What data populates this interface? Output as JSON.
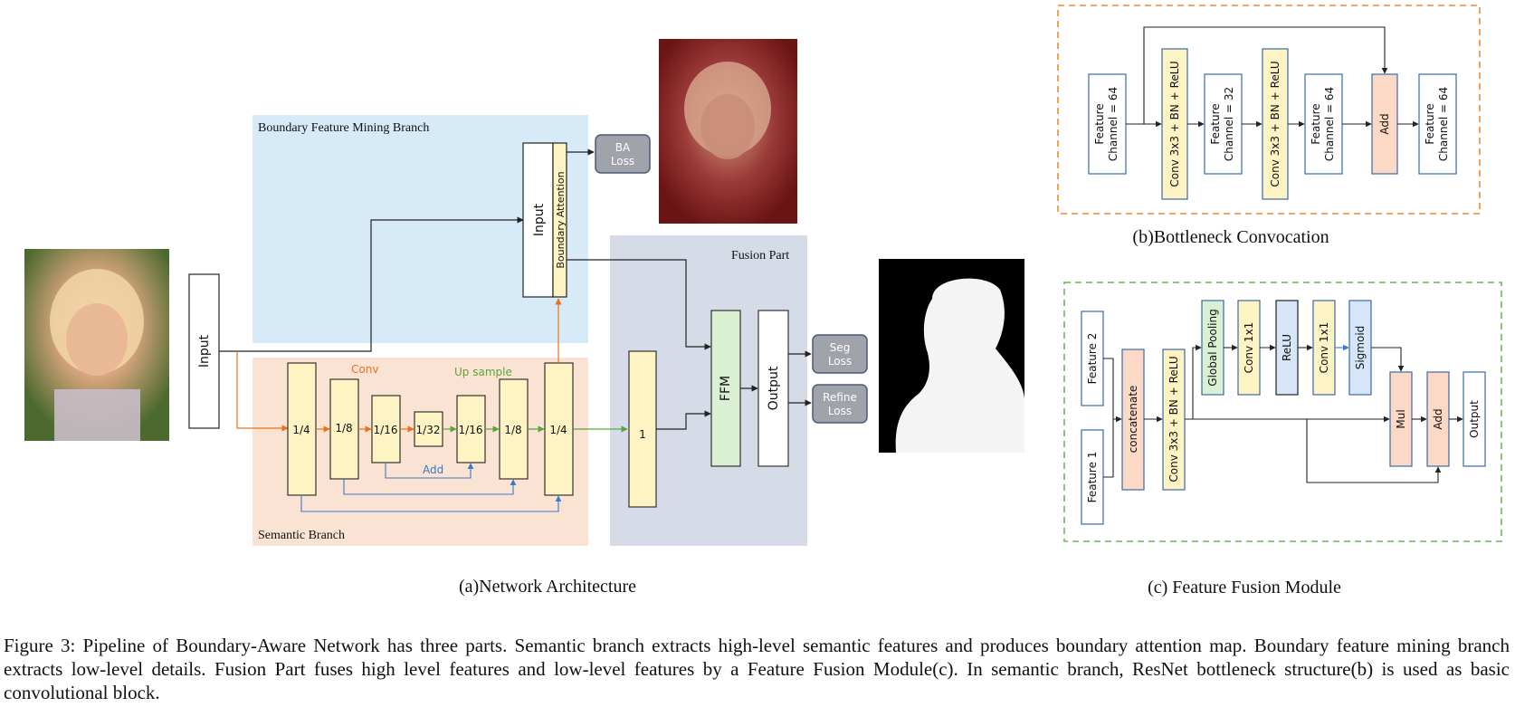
{
  "network": {
    "boundary_branch_label": "Boundary Feature Mining Branch",
    "semantic_branch_label": "Semantic Branch",
    "fusion_part_label": "Fusion Part",
    "input_label": "Input",
    "branch_input_label": "Input",
    "boundary_attention_label": "Boundary Attention",
    "ba_loss": [
      "BA",
      "Loss"
    ],
    "seg_loss": [
      "Seg",
      "Loss"
    ],
    "refine_loss": [
      "Refine",
      "Loss"
    ],
    "ffm_label": "FFM",
    "output_label": "Output",
    "fusion_block_label": "1",
    "conv_label": "Conv",
    "upsample_label": "Up sample",
    "add_label": "Add",
    "encoder_blocks": [
      "1/4",
      "1/8",
      "1/16",
      "1/32"
    ],
    "decoder_blocks": [
      "1/16",
      "1/8",
      "1/4"
    ],
    "subtitle": "(a)Network Architecture"
  },
  "bottleneck": {
    "blocks": [
      "Feature\nChannel = 64",
      "Conv 3x3 + BN + ReLU",
      "Feature\nChannel = 32",
      "Conv 3x3 + BN + ReLU",
      "Feature\nChannel = 64",
      "Add",
      "Feature\nChannel = 64"
    ],
    "subtitle": "(b)Bottleneck Convocation"
  },
  "ffm_module": {
    "feature2": "Feature 2",
    "feature1": "Feature 1",
    "concatenate": "concatenate",
    "conv_bn_relu": "Conv 3x3 + BN + ReLU",
    "global_pooling": "Global Pooling",
    "conv1": "Conv 1x1",
    "relu": "ReLU",
    "conv2": "Conv 1x1",
    "sigmoid": "Sigmoid",
    "mul": "Mul",
    "add": "Add",
    "output": "Output",
    "subtitle": "(c) Feature Fusion Module"
  },
  "caption": "Figure 3: Pipeline of Boundary-Aware Network has three parts. Semantic branch extracts high-level semantic features and produces boundary attention map. Boundary feature mining branch extracts low-level details. Fusion Part fuses high level features and low-level features by a Feature Fusion Module(c). In semantic branch, ResNet bottleneck structure(b) is used as basic convolutional block.",
  "colors": {
    "boundary_bg": "#d6eaf8",
    "semantic_bg": "#fbe3d4",
    "fusion_bg": "#d5dce8",
    "yellow_block": "#fdf3c3",
    "yellow_stroke": "#8a7a3a",
    "orange_arrow": "#e8731c",
    "green_arrow": "#5aa53a",
    "blue_arrow": "#3a78c8",
    "loss_gray": "#a0a4aa",
    "ffm_green": "#d9f0d3",
    "peach": "#fcd9c6",
    "blue_block": "#d6e6f8",
    "dash_orange": "#ef8a2e",
    "dash_green": "#6bb55a"
  }
}
